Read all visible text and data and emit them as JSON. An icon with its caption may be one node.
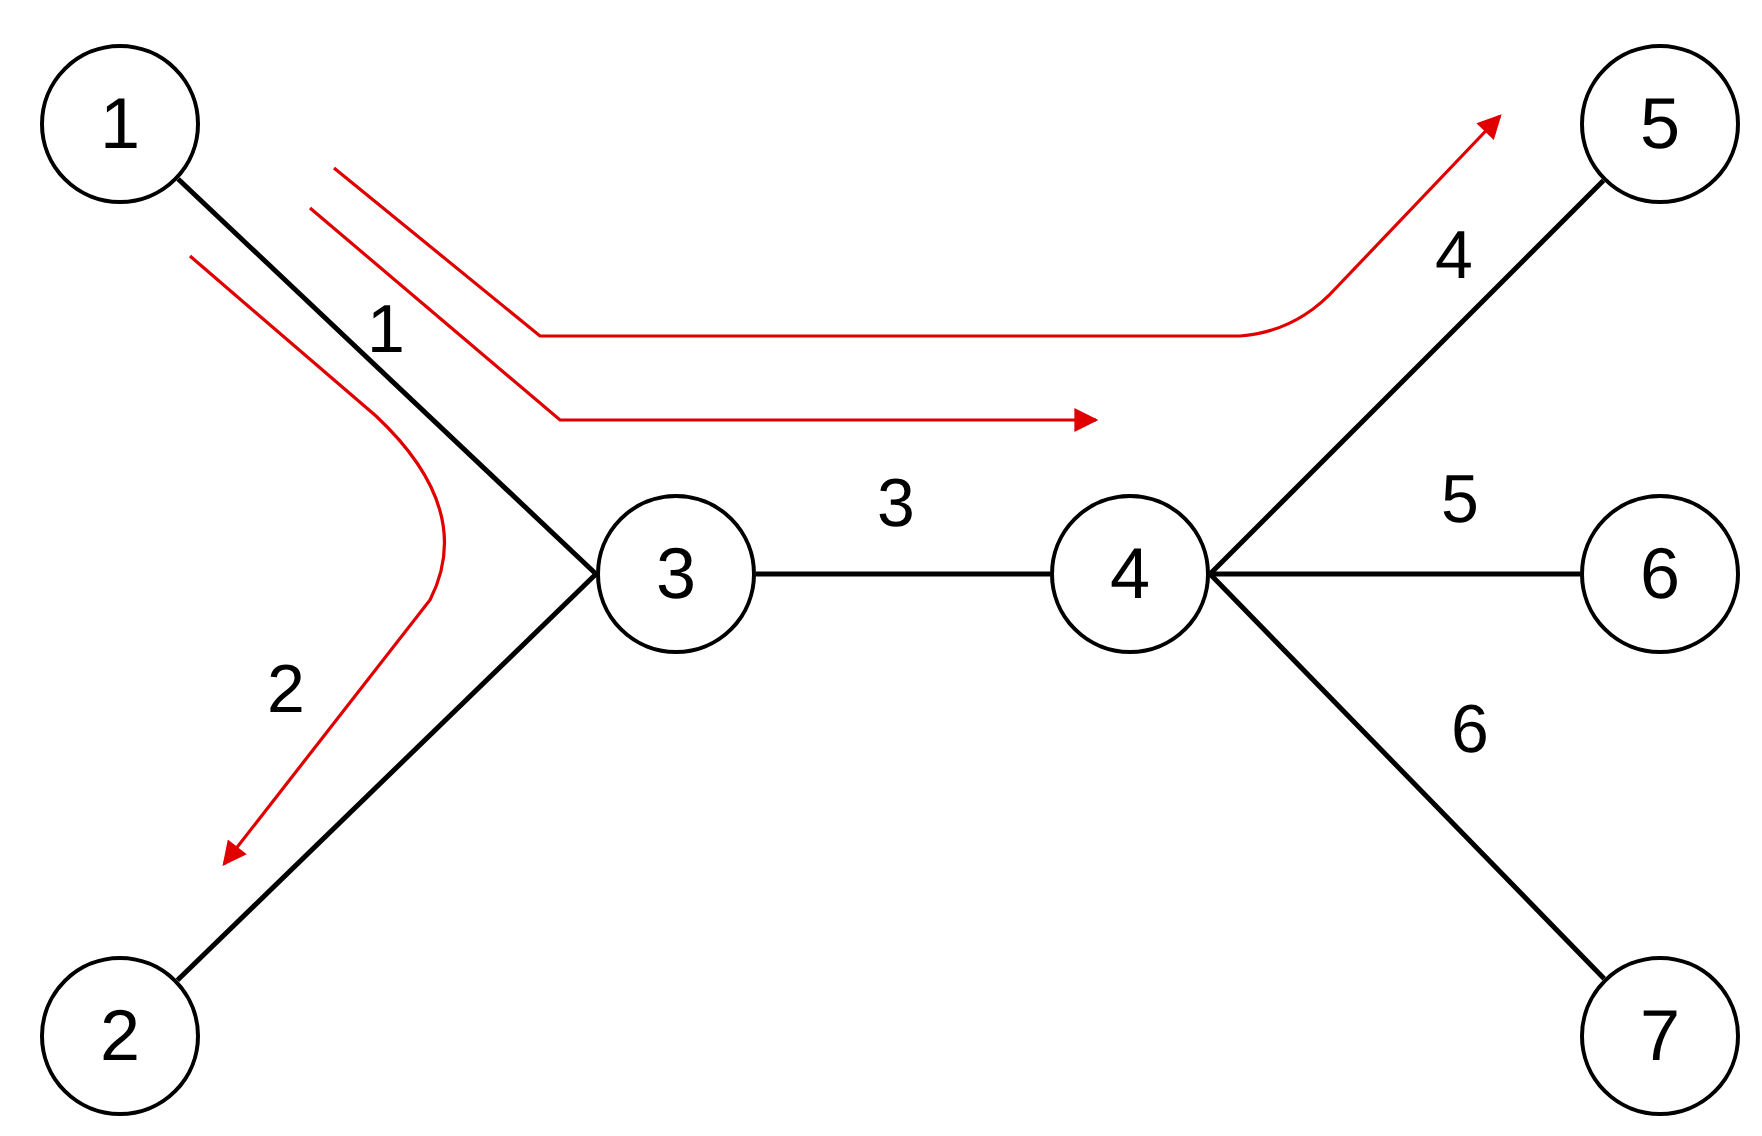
{
  "diagram": {
    "nodes": [
      {
        "text": [
          "1"
        ]
      },
      {
        "text": [
          "2"
        ]
      },
      {
        "text": [
          "3"
        ]
      },
      {
        "text": [
          "4"
        ]
      },
      {
        "text": [
          "5"
        ]
      },
      {
        "text": [
          "6"
        ]
      },
      {
        "text": [
          "7"
        ]
      }
    ],
    "edges": [
      {
        "from": 0,
        "to": 2,
        "arrow": "none",
        "label": "1"
      },
      {
        "from": 1,
        "to": 2,
        "arrow": "none",
        "label": "2"
      },
      {
        "from": 2,
        "to": 3,
        "arrow": "none",
        "label": "3"
      },
      {
        "from": 3,
        "to": 4,
        "arrow": "none",
        "label": "4"
      },
      {
        "from": 3,
        "to": 5,
        "arrow": "none",
        "label": "5"
      },
      {
        "from": 3,
        "to": 6,
        "arrow": "none",
        "label": "6"
      }
    ]
  }
}
